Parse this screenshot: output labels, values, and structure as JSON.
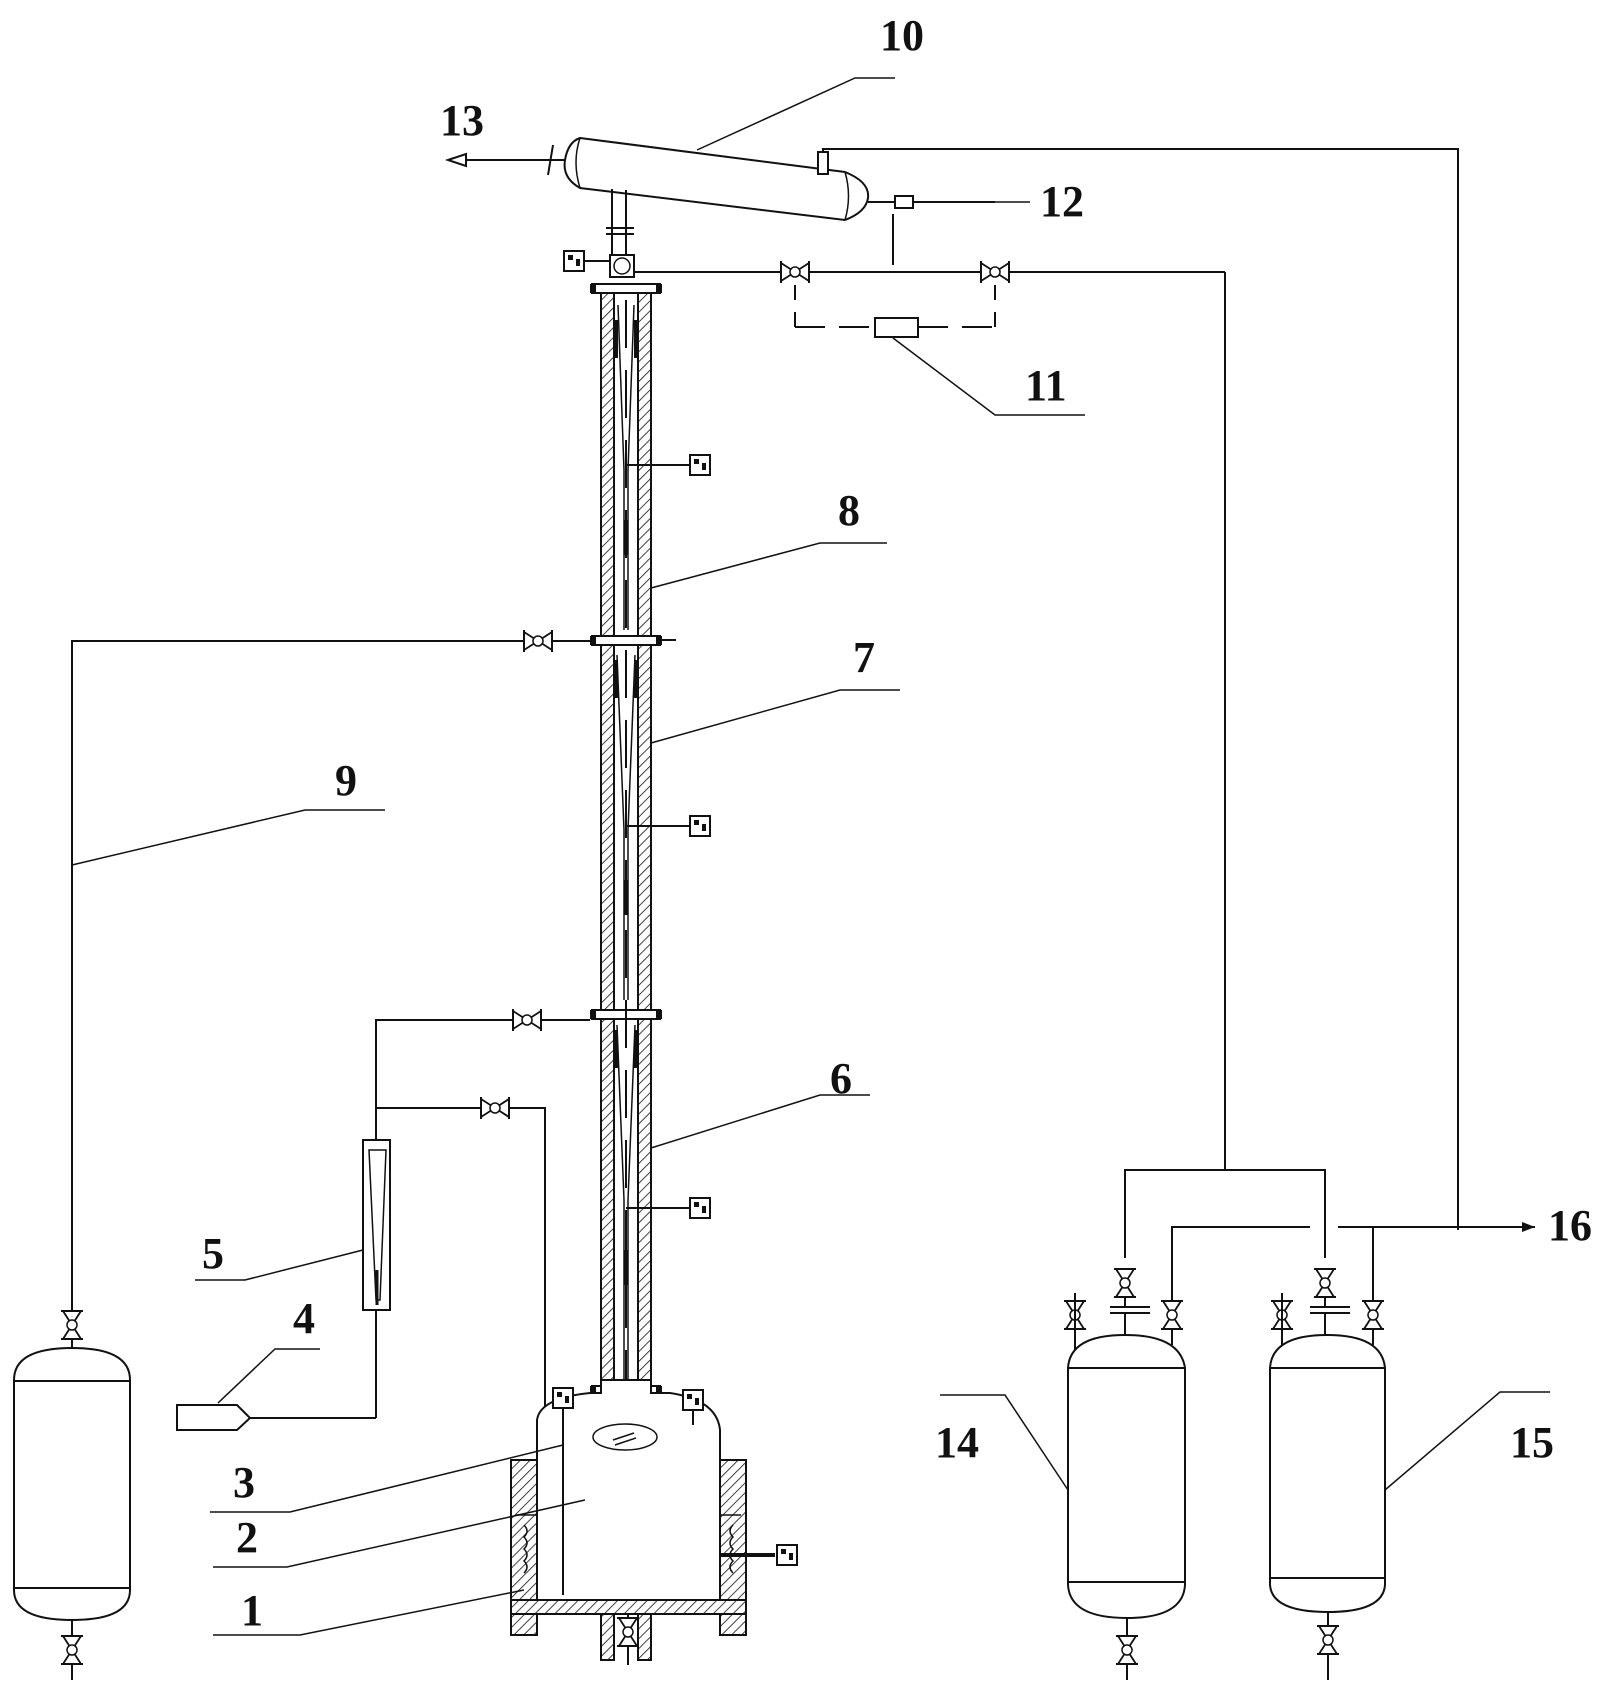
{
  "diagram": {
    "type": "process-flow-diagram",
    "colors": {
      "line": "#111111",
      "background": "#ffffff"
    },
    "labels": [
      {
        "id": "1",
        "text": "1",
        "component": "heating-jacket"
      },
      {
        "id": "2",
        "text": "2",
        "component": "reboiler-kettle"
      },
      {
        "id": "3",
        "text": "3",
        "component": "kettle-thermowell"
      },
      {
        "id": "4",
        "text": "4",
        "component": "gas-inlet"
      },
      {
        "id": "5",
        "text": "5",
        "component": "rotameter"
      },
      {
        "id": "6",
        "text": "6",
        "component": "column-section-lower"
      },
      {
        "id": "7",
        "text": "7",
        "component": "column-section-middle"
      },
      {
        "id": "8",
        "text": "8",
        "component": "column-section-upper"
      },
      {
        "id": "9",
        "text": "9",
        "component": "feed-line"
      },
      {
        "id": "10",
        "text": "10",
        "component": "condenser"
      },
      {
        "id": "11",
        "text": "11",
        "component": "reflux-controller"
      },
      {
        "id": "12",
        "text": "12",
        "component": "coolant-inlet"
      },
      {
        "id": "13",
        "text": "13",
        "component": "coolant-outlet"
      },
      {
        "id": "14",
        "text": "14",
        "component": "receiver-tank-1"
      },
      {
        "id": "15",
        "text": "15",
        "component": "receiver-tank-2"
      },
      {
        "id": "16",
        "text": "16",
        "component": "vent-outlet"
      }
    ]
  }
}
